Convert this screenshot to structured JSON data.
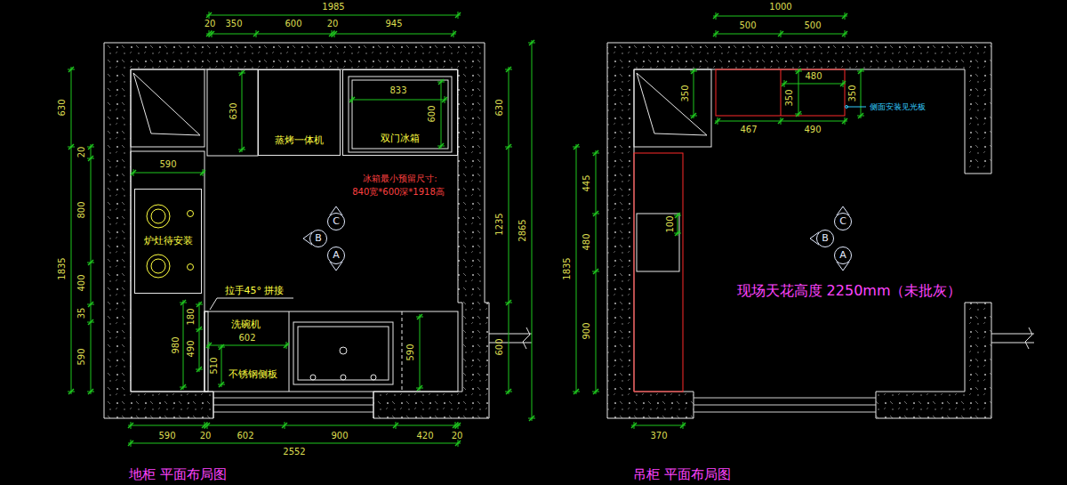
{
  "diagram": {
    "nodes": [
      {
        "text": [
          "蒸烤一体机"
        ]
      },
      {
        "text": [
          "双门冰箱"
        ]
      },
      {
        "text": [
          "炉灶待安装"
        ]
      },
      {
        "text": [
          "C"
        ]
      },
      {
        "text": [
          "B"
        ]
      },
      {
        "text": [
          "A"
        ]
      },
      {
        "text": [
          "C"
        ]
      },
      {
        "text": [
          "B"
        ]
      },
      {
        "text": [
          "A"
        ]
      }
    ],
    "labels": [
      "1985",
      "20",
      "350",
      "600",
      "20",
      "945",
      "630",
      "1835",
      "20",
      "800",
      "400",
      "35",
      "590",
      "180",
      "980",
      "490",
      "630",
      "1235",
      "600",
      "2865",
      "630",
      "833",
      "600",
      "590",
      "拉手45° 拼接",
      "洗碗机",
      "602",
      "510",
      "不锈钢侧板",
      "590",
      "冰箱最小预留尺寸:",
      "840宽*600深*1918高",
      "590",
      "20",
      "602",
      "900",
      "420",
      "20",
      "2552",
      "地柜 平面布局图",
      "1000",
      "500",
      "500",
      "350",
      "480",
      "350",
      "350",
      "467",
      "490",
      "侧面安装见光板",
      "445",
      "480",
      "1835",
      "900",
      "100",
      "现场天花高度 2250mm（未批灰）",
      "370",
      "吊柜 平面布局图"
    ]
  }
}
